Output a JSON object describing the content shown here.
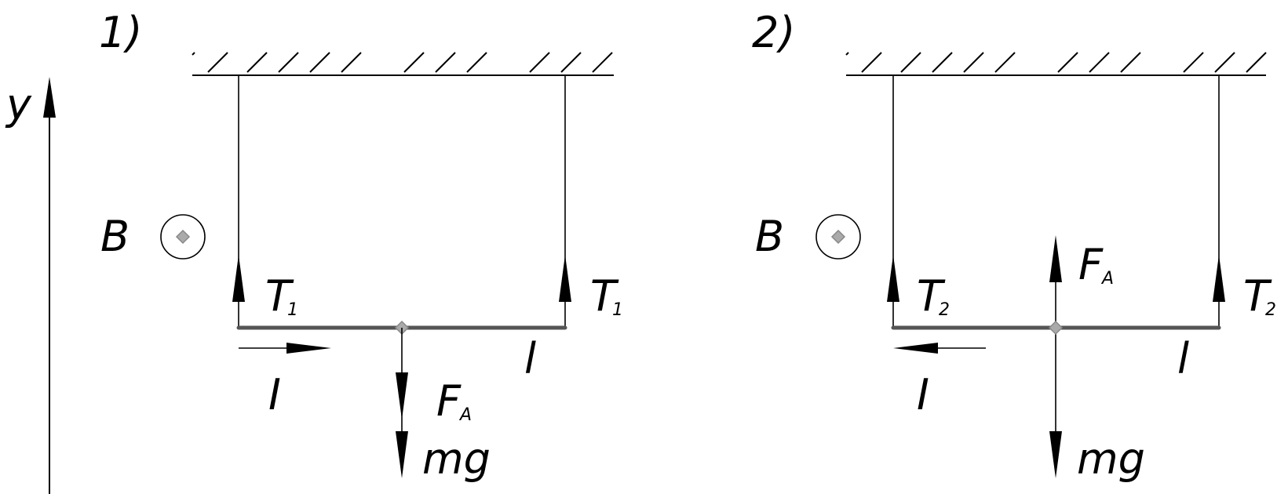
{
  "axis": {
    "label": "y"
  },
  "panels": [
    {
      "number": "1)",
      "field": "B",
      "tension": {
        "symbol": "T",
        "subscript": "1"
      },
      "current": "I",
      "length": "l",
      "ampere_force": {
        "symbol": "F",
        "subscript": "A"
      },
      "weight": "mg"
    },
    {
      "number": "2)",
      "field": "B",
      "tension": {
        "symbol": "T",
        "subscript": "2"
      },
      "current": "I",
      "length": "l",
      "ampere_force": {
        "symbol": "F",
        "subscript": "A"
      },
      "weight": "mg"
    }
  ]
}
